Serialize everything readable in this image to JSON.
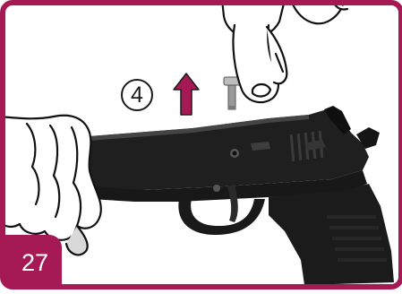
{
  "step": {
    "number": "27",
    "sub_step": "4"
  },
  "colors": {
    "frame": "#A51A55",
    "arrow": "#A51A55",
    "pistol": "#1F1F1F",
    "hand_outline": "#111111",
    "hand_fill": "#FFFFFF"
  },
  "illustration": {
    "subject": "pistol-disassembly",
    "icons": [
      "upward-arrow-icon",
      "slide-stop-pin-icon",
      "left-hand-icon",
      "right-hand-icon",
      "pistol-icon"
    ]
  }
}
